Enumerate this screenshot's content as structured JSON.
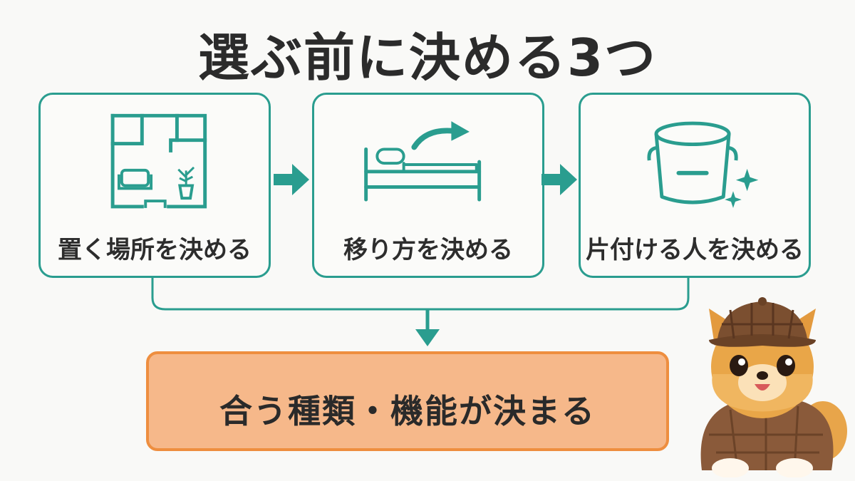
{
  "title": "選ぶ前に決める3つ",
  "steps": [
    {
      "label": "置く場所を決める",
      "icon": "room-floorplan-icon"
    },
    {
      "label": "移り方を決める",
      "icon": "bed-move-icon"
    },
    {
      "label": "片付ける人を決める",
      "icon": "bucket-sparkle-icon"
    }
  ],
  "result": {
    "label": "合う種類・機能が決まる"
  },
  "colors": {
    "teal": "#2a9d8f",
    "orange_border": "#ee8e3f",
    "orange_fill": "#f6b88a",
    "text": "#2d2d2d"
  },
  "mascot": {
    "icon": "detective-dog-icon"
  }
}
